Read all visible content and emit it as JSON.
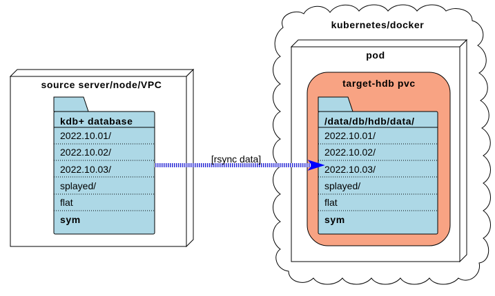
{
  "cloud": {
    "label": "kubernetes/docker",
    "fill": "#ffffff"
  },
  "pod": {
    "label": "pod"
  },
  "pvc": {
    "label": "target-hdb pvc",
    "fill": "#f8a383"
  },
  "source_node": {
    "label": "source server/node/VPC"
  },
  "source_folder": {
    "title": "kdb+ database",
    "items": [
      "2022.10.01/",
      "2022.10.02/",
      "2022.10.03/",
      "splayed/",
      "flat",
      "sym"
    ],
    "fill": "#add8e6"
  },
  "target_folder": {
    "title": "/data/db/hdb/data/",
    "items": [
      "2022.10.01/",
      "2022.10.02/",
      "2022.10.03/",
      "splayed/",
      "flat",
      "sym"
    ],
    "fill": "#add8e6"
  },
  "edge": {
    "label": "[rsync data]",
    "color": "#0000ff"
  }
}
